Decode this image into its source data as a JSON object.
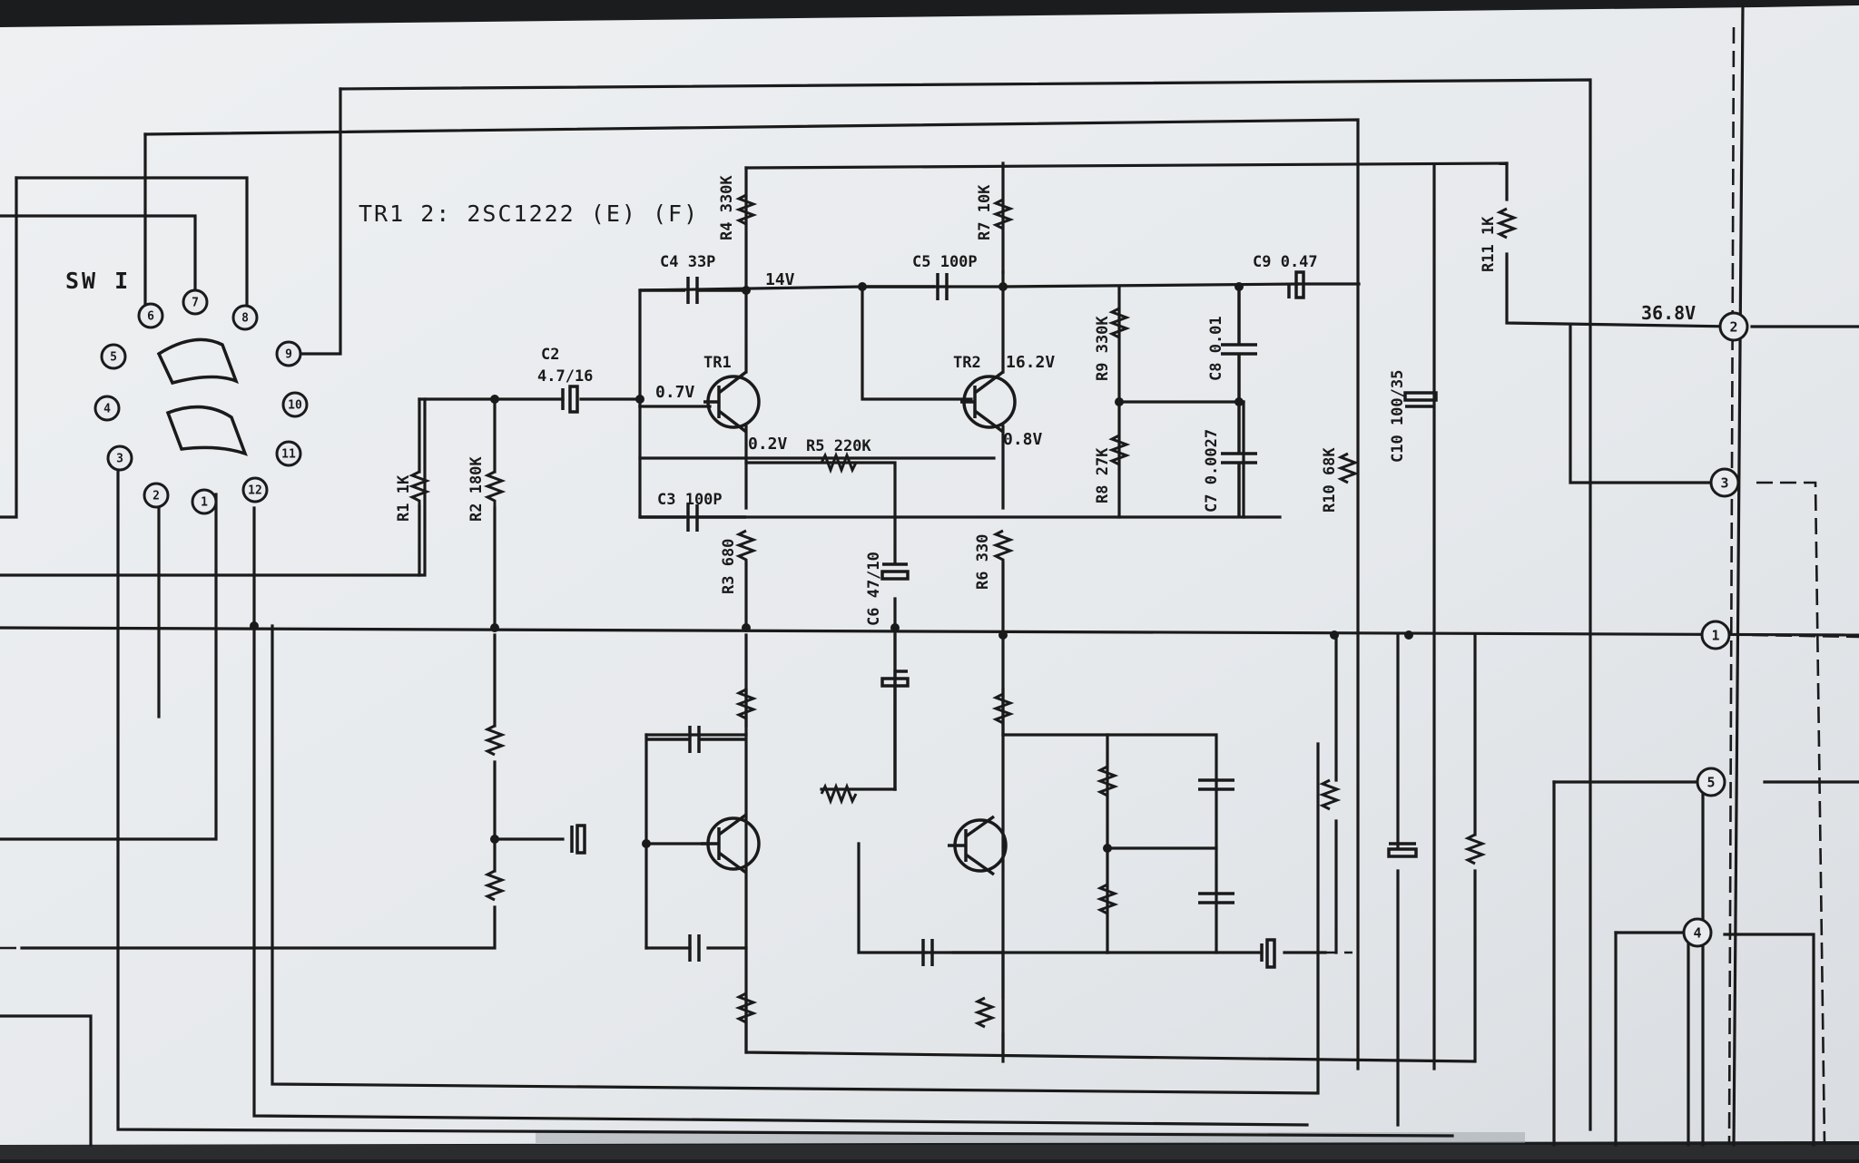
{
  "title": "TR1 2: 2SC1222 (E) (F)",
  "switch": {
    "label": "SW I",
    "pins": [
      "1",
      "2",
      "3",
      "4",
      "5",
      "6",
      "7",
      "8",
      "9",
      "10",
      "11",
      "12"
    ]
  },
  "components": {
    "r1": "R1 1K",
    "r2": "R2 180K",
    "r3": "R3 680",
    "r4": "R4 330K",
    "r5": "R5 220K",
    "r6": "R6 330",
    "r7": "R7 10K",
    "r8": "R8 27K",
    "r9": "R9 330K",
    "r10": "R10 68K",
    "r11": "R11 1K",
    "c2": "C2",
    "c2_value": "4.7/16",
    "c3": "C3 100P",
    "c4": "C4 33P",
    "c5": "C5 100P",
    "c6": "C6 47/10",
    "c7": "C7 0.0027",
    "c8": "C8 0.01",
    "c9": "C9 0.47",
    "c10": "C10 100/35",
    "tr1": "TR1",
    "tr2": "TR2"
  },
  "voltages": {
    "tr1_base": "0.7V",
    "tr1_emitter": "0.2V",
    "tr1_collector": "14V",
    "tr2_collector": "16.2V",
    "tr2_emitter": "0.8V",
    "supply": "36.8V"
  },
  "connectors": [
    "1",
    "2",
    "3",
    "4",
    "5"
  ],
  "colors": {
    "paper": "#e8ebee",
    "ink": "#1a1a1a",
    "bezel": "#1a1c1e"
  }
}
